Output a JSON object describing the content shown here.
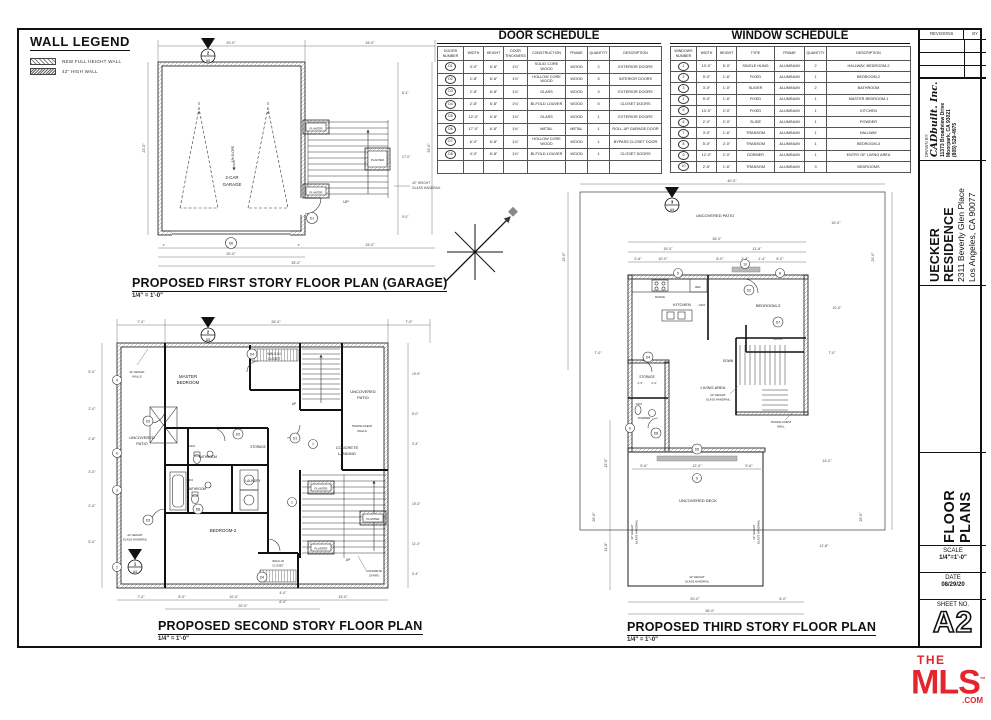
{
  "wall_legend": {
    "title": "WALL LEGEND",
    "items": [
      {
        "label": "NEW FULL HEIGHT WALL"
      },
      {
        "label": "42\" HIGH WALL"
      }
    ]
  },
  "door_schedule": {
    "title": "DOOR SCHEDULE",
    "headers": [
      "DOORS NUMBER",
      "WIDTH",
      "HEIGHT",
      "DOOR THICKNESS",
      "CONSTRUCTION",
      "FRAME",
      "QUANTITY",
      "DESCRIPTION"
    ],
    "rows": [
      [
        "D1",
        "3'-0\"",
        "6'-8\"",
        "1¾\"",
        "SOLID CORE WOOD",
        "WOOD",
        "2",
        "EXTERIOR DOORS"
      ],
      [
        "D2",
        "2'-8\"",
        "6'-8\"",
        "1¾\"",
        "HOLLOW CORE WOOD",
        "WOOD",
        "5",
        "INTERIOR DOORS"
      ],
      [
        "D3",
        "2'-8\"",
        "6'-8\"",
        "1¾\"",
        "GLASS",
        "WOOD",
        "3",
        "EXTERIOR DOORS"
      ],
      [
        "D4",
        "2'-8\"",
        "6'-8\"",
        "1¾\"",
        "BI-FOLD LOUVER",
        "WOOD",
        "5",
        "CLOSET DOORS"
      ],
      [
        "D5",
        "12'-0\"",
        "6'-8\"",
        "1¾\"",
        "GLASS",
        "WOOD",
        "1",
        "EXTERIOR DOORS"
      ],
      [
        "D6",
        "17'-0\"",
        "6'-8\"",
        "1¾\"",
        "METAL",
        "METAL",
        "1",
        "ROLL-UP GARAGE DOOR"
      ],
      [
        "D7",
        "6'-0\"",
        "6'-8\"",
        "1¾\"",
        "HOLLOW CORE WOOD",
        "WOOD",
        "1",
        "BYPASS CLOSET DOOR"
      ],
      [
        "D8",
        "4'-0\"",
        "6'-8\"",
        "1¾\"",
        "BI-FOLD LOUVER",
        "WOOD",
        "1",
        "CLOSET DOORS"
      ]
    ]
  },
  "window_schedule": {
    "title": "WINDOW SCHEDULE",
    "headers": [
      "WINDOWS NUMBER",
      "WIDTH",
      "HEIGHT",
      "TYPE",
      "FRAME",
      "QUANTITY",
      "DESCRIPTION"
    ],
    "rows": [
      [
        "1",
        "10'-0\"",
        "5'-0\"",
        "SINGLE HUNG",
        "ALUMINUM",
        "2",
        "HALLWAY, BEDROOM-2"
      ],
      [
        "2",
        "5'-0\"",
        "1'-6\"",
        "FIXED",
        "ALUMINUM",
        "1",
        "BEDROOM-2"
      ],
      [
        "3",
        "3'-0\"",
        "1'-0\"",
        "SLIDER",
        "ALUMINUM",
        "2",
        "BATHROOM"
      ],
      [
        "4",
        "5'-0\"",
        "1'-6\"",
        "FIXED",
        "ALUMINUM",
        "1",
        "MASTER BEDROOM-1"
      ],
      [
        "5",
        "10'-0\"",
        "2'-0\"",
        "FIXED",
        "ALUMINUM",
        "1",
        "KITCHEN"
      ],
      [
        "6",
        "2'-0\"",
        "2'-0\"",
        "SLIDE",
        "ALUMINUM",
        "1",
        "POWDER"
      ],
      [
        "7",
        "3'-0\"",
        "1'-6\"",
        "TRANSOM",
        "ALUMINUM",
        "1",
        "HALLWAY"
      ],
      [
        "8",
        "5'-0\"",
        "2'-0\"",
        "TRANSOM",
        "ALUMINUM",
        "1",
        "BEDROOM-3"
      ],
      [
        "9",
        "12'-0\"",
        "2'-0\"",
        "DORMER",
        "ALUMINUM",
        "1",
        "ENTRY OF LIVING AREA"
      ],
      [
        "10",
        "2'-6\"",
        "1'-6\"",
        "TRANSOM",
        "ALUMINUM",
        "3",
        "BEDROOMS"
      ]
    ]
  },
  "sections": {
    "n1": "1",
    "n2": "2",
    "n3": "3",
    "sheet": "A5"
  },
  "plans": {
    "p1": {
      "title": "PROPOSED FIRST STORY FLOOR PLAN (GARAGE)",
      "scale": "1/4\" = 1'-0\"",
      "labels": {
        "garage1": "2-CAR",
        "garage2": "GARAGE",
        "slope": "1% SLOPE",
        "planter": "PLANTER",
        "up": "UP",
        "handrail1": "42\" HEIGHT",
        "handrail2": "GLASS HANDRAIL"
      },
      "markers": {
        "entry": "D1",
        "garage": "D6"
      },
      "dims": [
        "20'-0\"",
        "15'-0\"",
        "23'-0\"",
        "8'-4\"",
        "17'-0\"",
        "9'-0\"",
        "33'-0\"",
        "4\"",
        "17'-0\"",
        "4\"",
        "20'-0\"",
        "15'-0\"",
        "35'-0\""
      ]
    },
    "p2": {
      "title": "PROPOSED SECOND STORY FLOOR PLAN",
      "scale": "1/4\" = 1'-0\"",
      "labels": {
        "master1": "MASTER",
        "master2": "BEDROOM",
        "wic1": "WALK-IN",
        "wic2": "CLOSET",
        "patio1": "UNCOVERED",
        "patio2": "PATIO",
        "transl1": "TRANSLUCENT",
        "transl2": "WALLS",
        "landing1": "CONCRETE",
        "landing2": "LANDING",
        "storage": "STORAGE",
        "bathroom": "BATHROOM",
        "laundry": "LAUNDRY",
        "bedroom2": "BEDROOM-2",
        "stairs1": "CONCRETE",
        "stairs2": "STAIRS",
        "walls42a": "42\" HEIGHT",
        "walls42b": "WALLS",
        "handrail1": "42\" HEIGHT",
        "handrail2": "GLASS HANDRAIL",
        "planter": "PLANTER",
        "up": "UP",
        "gfci": "GFCI"
      },
      "markers": {
        "d4": "D4",
        "d1": "D1",
        "d2": "D2",
        "d3": "D3",
        "d8": "D8",
        "w1": "1",
        "w2": "2",
        "w3": "3",
        "w4": "4",
        "w6": "6",
        "w7": "7"
      },
      "dims": [
        "7'-0\"",
        "26'-0\"",
        "7'-0\"",
        "7'-0\"",
        "5'-0\"",
        "10'-0\"",
        "4'-0\"",
        "6'-0\"",
        "15'-0\"",
        "20'-0\"",
        "5'-0\"",
        "2'-0\"",
        "2'-8\"",
        "3'-0\"",
        "2'-0\"",
        "5'-0\"",
        "10'-9\"",
        "5'-0\"",
        "3'-4\"",
        "10'-0\"",
        "11'-0\"",
        "5'-4\""
      ]
    },
    "p3": {
      "title": "PROPOSED THIRD STORY FLOOR PLAN",
      "scale": "1/4\" = 1'-0\"",
      "labels": {
        "patio": "UNCOVERED PATIO",
        "kitchen": "KITCHEN",
        "range": "RANGE",
        "ref": "REF",
        "gfci": "GFCI",
        "bedroom3": "BEDROOM-3",
        "clos": "CLOS.",
        "down": "DOWN",
        "living": "LIVING AREA",
        "storage": "STORAGE",
        "storage_d1": "1'-3\"",
        "storage_d2": "1'-3\"",
        "powder": "POWDER",
        "deck": "UNCOVERED DECK",
        "handrail1": "42\" HEIGHT",
        "handrail2": "GLASS HANDRAIL",
        "transl1": "TRANSLUCENT",
        "transl2": "WALL"
      },
      "markers": {
        "w5": "5",
        "w8": "8",
        "w10": "10",
        "w6": "6",
        "w9": "9",
        "d2": "D2",
        "d4": "D4",
        "d5": "D5",
        "d7": "D7",
        "d8": "D8"
      },
      "dims": [
        "40'-0\"",
        "36'-0\"",
        "15'-0\"",
        "11'-6\"",
        "2'-6\"",
        "10'-0\"",
        "8'-0\"",
        "2'-8\"",
        "1'-4\"",
        "5'-0\"",
        "23'-0\"",
        "7'-0\"",
        "13'-0\"",
        "20'-0\"",
        "11'-8\"",
        "15'-0\"",
        "23'-0\"",
        "10'-0\"",
        "7'-0\"",
        "14'-0\"",
        "20'-0\"",
        "11'-8\"",
        "5'-6\"",
        "12'-0\"",
        "5'-6\"",
        "20'-0\"",
        "6'-0\"",
        "36'-0\""
      ]
    }
  },
  "title_block": {
    "revisions_label": "REVISIONS",
    "by_label": "BY",
    "drawn_by_label": "DRAWN BY:",
    "company": "CADbuilt. Inc.",
    "company_address": [
      "11373 Broadview Drive",
      "Moorpark, CA 93021",
      "(805) 529-4975"
    ],
    "project_name": "UECKER RESIDENCE",
    "project_address": [
      "2311 Beverly Glen Place",
      "Los Angeles, CA  90077"
    ],
    "sheet_title": "FLOOR PLANS",
    "scale_label": "SCALE",
    "scale_value": "1/4\"=1'-0\"",
    "date_label": "DATE",
    "date_value": "08/29/20",
    "sheet_no_label": "SHEET NO.",
    "sheet_no": "A2"
  },
  "logo": {
    "the": "THE",
    "mls": "MLS",
    "tm": "™",
    "com": ".COM",
    "color": "#e4262c"
  }
}
